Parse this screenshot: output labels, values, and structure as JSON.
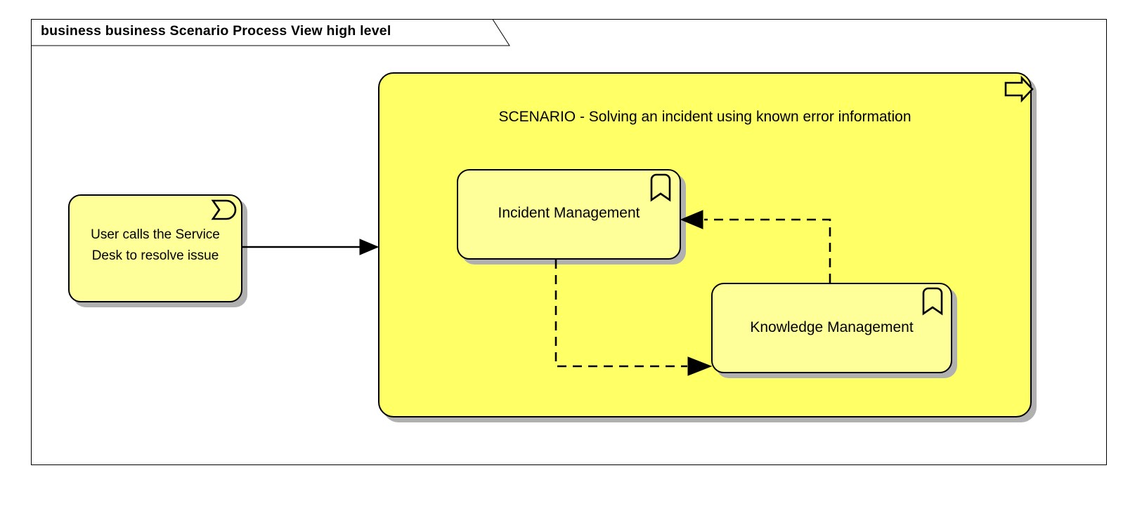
{
  "frame": {
    "title": "business business Scenario Process View high level"
  },
  "scenario": {
    "label": "SCENARIO - Solving an incident using known error information",
    "icon": "business-process-arrow-icon",
    "fill": "#ffff66",
    "stroke": "#000000"
  },
  "nodes": [
    {
      "id": "user-calls-service-desk",
      "label": "User calls the Service\nDesk to resolve issue",
      "line1": "User calls the Service",
      "line2": "Desk to resolve issue",
      "icon": "business-event-icon",
      "fill": "#ffff99"
    },
    {
      "id": "incident-management",
      "label": "Incident Management",
      "icon": "business-function-bookmark-icon",
      "fill": "#ffff99"
    },
    {
      "id": "knowledge-management",
      "label": "Knowledge Management",
      "icon": "business-function-bookmark-icon",
      "fill": "#ffff99"
    }
  ],
  "connectors": [
    {
      "id": "event-to-scenario",
      "style": "solid",
      "arrow": "filled-triangle",
      "direction": "right",
      "from": "user-calls-service-desk",
      "to": "scenario"
    },
    {
      "id": "knowledge-to-incident",
      "style": "dashed",
      "arrow": "filled-triangle",
      "direction": "left",
      "from": "knowledge-management",
      "to": "incident-management"
    },
    {
      "id": "incident-to-knowledge",
      "style": "dashed",
      "arrow": "filled-triangle",
      "direction": "right",
      "from": "incident-management",
      "to": "knowledge-management"
    }
  ],
  "colors": {
    "background": "#ffffff",
    "outline": "#000000",
    "shadow": "#b0b0b0",
    "scenario_fill": "#ffff66",
    "node_fill": "#ffff99"
  }
}
